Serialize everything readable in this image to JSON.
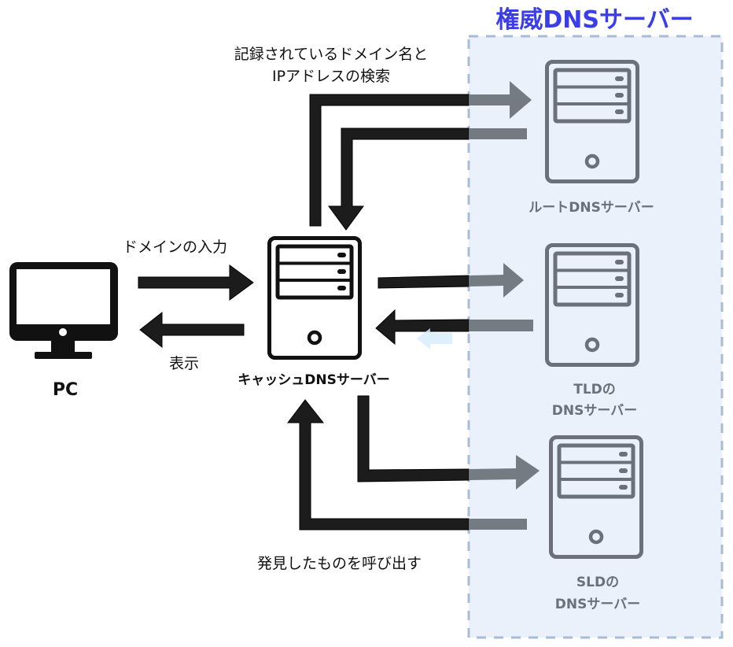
{
  "panel": {
    "title": "権威DNSサーバー",
    "title_color": "#3a3de8",
    "fill_color": "#eaf1fb",
    "border_color": "#aabbd6"
  },
  "nodes": {
    "pc": {
      "label": "PC",
      "icon": "monitor-icon"
    },
    "cache": {
      "label": "キャッシュDNSサーバー",
      "icon": "server-tower-icon"
    },
    "root": {
      "label": "ルートDNSサーバー",
      "icon": "server-tower-icon"
    },
    "tld": {
      "label_line1": "TLDの",
      "label_line2": "DNSサーバー",
      "icon": "server-tower-icon"
    },
    "sld": {
      "label_line1": "SLDの",
      "label_line2": "DNSサーバー",
      "icon": "server-tower-icon"
    }
  },
  "edges": {
    "input_label": "ドメインの入力",
    "display_label": "表示",
    "search_label_line1": "記録されているドメイン名と",
    "search_label_line2": "IPアドレスの検索",
    "callback_label": "発見したものを呼び出す"
  },
  "colors": {
    "arrow_dark": "#1c1c1c",
    "arrow_grey": "#6f747c",
    "server_dark": "#111111",
    "server_grey": "#6b7079"
  }
}
